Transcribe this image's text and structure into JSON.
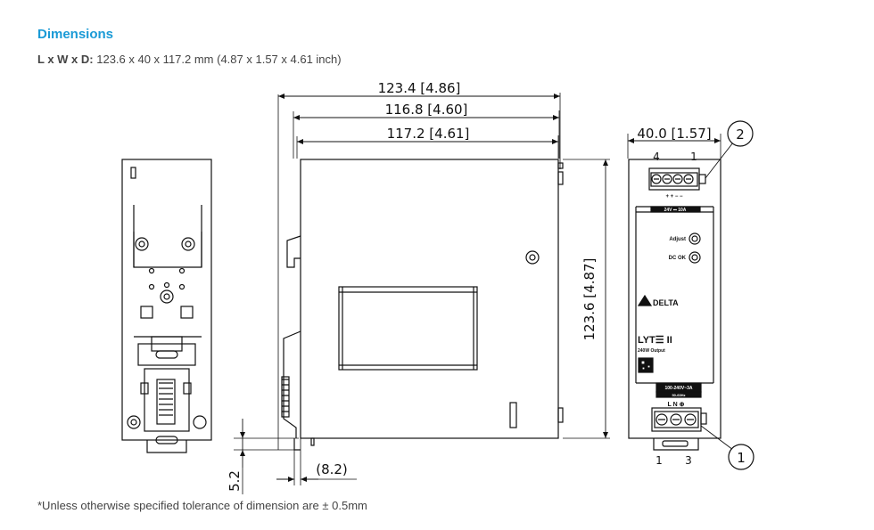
{
  "header": {
    "title": "Dimensions",
    "dims_label": "L x W x D:",
    "dims_value": "123.6 x 40 x 117.2 mm (4.87 x 1.57 x 4.61 inch)"
  },
  "side_view": {
    "dim_top1": "123.4 [4.86]",
    "dim_top2": "116.8 [4.60]",
    "dim_top3": "117.2 [4.61]",
    "dim_height": "123.6 [4.87]",
    "dim_bottom": "5.2",
    "dim_offset": "(8.2)"
  },
  "front_view": {
    "dim_width": "40.0 [1.57]",
    "callout_top": "2",
    "callout_bottom": "1",
    "pin_top_left": "4",
    "pin_top_right": "1",
    "pin_bottom_left": "1",
    "pin_bottom_right": "3",
    "output_polarity": "+  +  −  −",
    "output_rating": "24V ⎓ 10A",
    "adjust_label": "Adjust",
    "dcok_label": "DC OK",
    "brand": "DELTA",
    "model": "LYT☰ II",
    "model_sub": "240W Output",
    "input_rating1": "100-240V~3A",
    "input_rating2": "50-60Hz",
    "input_terminals": "L    N    ⊕"
  },
  "footnote": "*Unless otherwise specified tolerance of dimension are ± 0.5mm",
  "colors": {
    "title": "#1a9ad6",
    "line": "#111111"
  }
}
